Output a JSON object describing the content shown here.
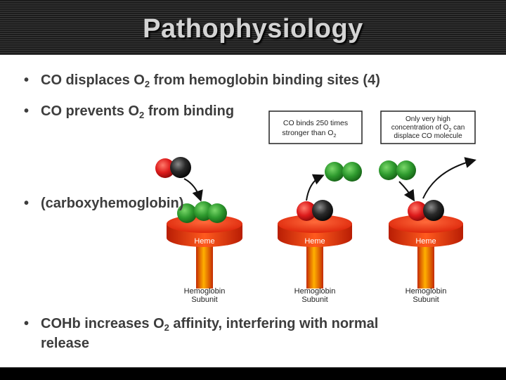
{
  "slide": {
    "title": "Pathophysiology",
    "bullet_symbol": "•",
    "bullets": {
      "b1": {
        "prefix": "CO displaces O",
        "sub": "2",
        "suffix": " from hemoglobin binding sites (4)"
      },
      "b2": {
        "prefix": "CO prevents O",
        "sub": "2",
        "suffix": " from binding"
      },
      "b3": {
        "text": "(carboxyhemoglobin)"
      },
      "b4": {
        "prefix": "COHb increases O",
        "sub": "2",
        "suffix": " affinity, interfering with normal",
        "line2": "release"
      }
    }
  },
  "diagram": {
    "callout_left": {
      "line1": "CO binds 250 times",
      "line2_prefix": "stronger than O",
      "line2_sub": "2"
    },
    "callout_right": {
      "line1": "Only very high",
      "line2_prefix": "concentration of O",
      "line2_sub": "2",
      "line2_suffix": " can",
      "line3": "displace CO molecule"
    },
    "heme_label": "Heme",
    "subunit_label_1": "Hemoglobin",
    "subunit_label_2": "Subunit",
    "colors": {
      "co_carbon": "#2a2a2a",
      "co_oxygen": "#dd1b1b",
      "o2": "#2e9a2e",
      "heme_disc": "#f23a0e",
      "stalk": "#f05a0a"
    }
  }
}
